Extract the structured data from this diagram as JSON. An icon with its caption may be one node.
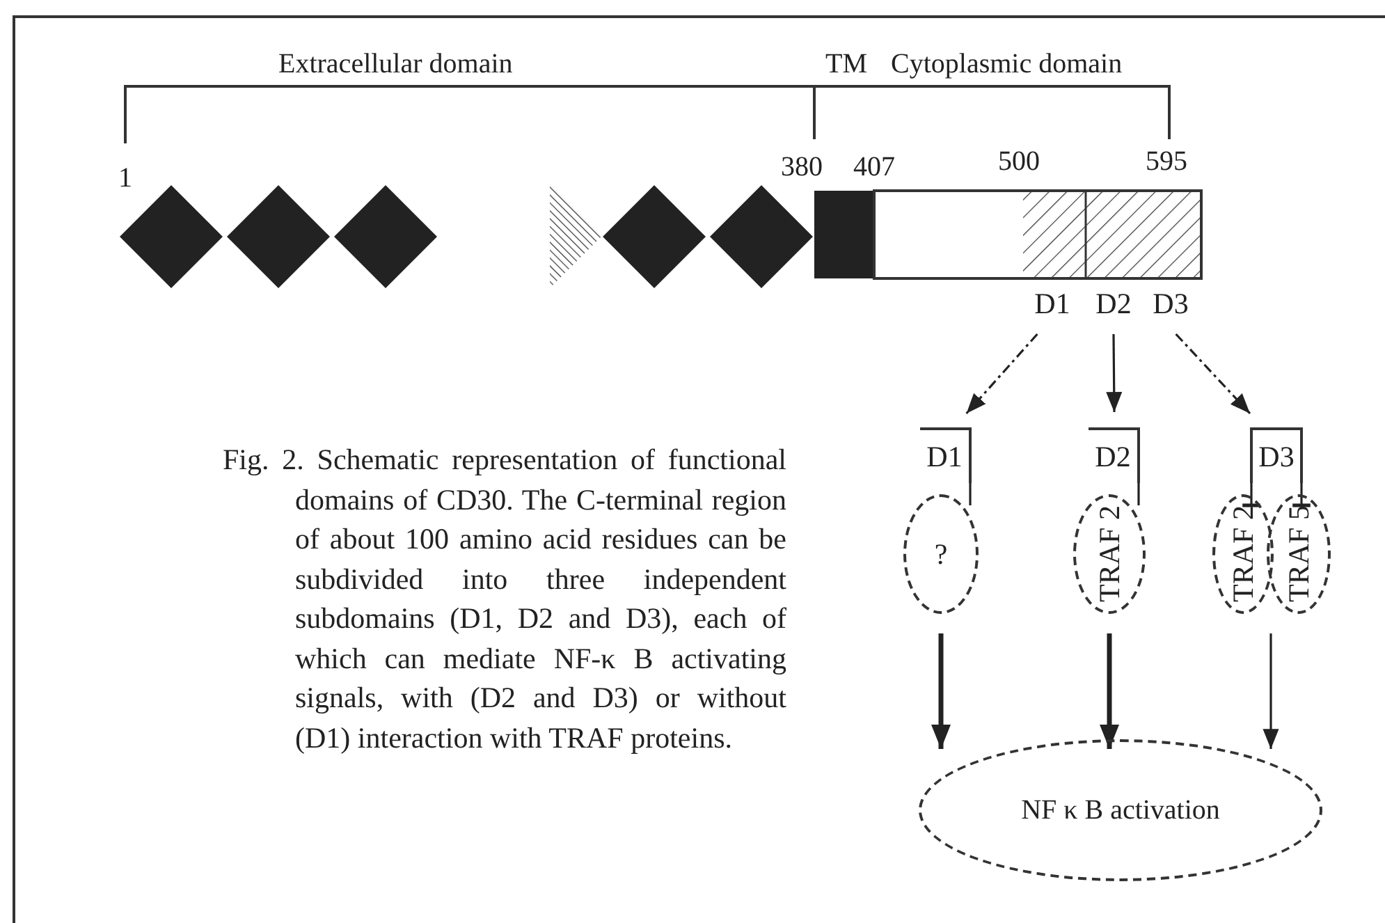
{
  "diagram": {
    "caption": "Fig. 2. Schematic representation of functional domains of CD30. The C-terminal region of about 100 amino acid residues can be subdivided into three independent subdomains (D1, D2 and D3), each of which can mediate NF-κ B activating signals, with (D2 and D3) or without (D1) interaction with TRAF proteins.",
    "nodes": [
      {
        "text": [
          "D1"
        ]
      },
      {
        "text": [
          "D2"
        ]
      },
      {
        "text": [
          "D3"
        ]
      },
      {
        "text": [
          "D1"
        ]
      },
      {
        "text": [
          "D2"
        ]
      },
      {
        "text": [
          "D3"
        ]
      },
      {
        "text": [
          "?"
        ]
      },
      {
        "text": [
          "TRAF 2"
        ]
      },
      {
        "text": [
          "TRAF 2"
        ]
      },
      {
        "text": [
          "TRAF 5"
        ]
      },
      {
        "text": [
          "NF κ B activation"
        ]
      }
    ],
    "edges": [
      {
        "from": 0,
        "to": 3,
        "arrow": "to",
        "style": "dashed"
      },
      {
        "from": 1,
        "to": 4,
        "arrow": "to"
      },
      {
        "from": 2,
        "to": 5,
        "arrow": "to",
        "style": "dashed"
      },
      {
        "from": 3,
        "to": 6,
        "arrow": "none"
      },
      {
        "from": 4,
        "to": 7,
        "arrow": "none"
      },
      {
        "from": 5,
        "to": 8,
        "arrow": "other"
      },
      {
        "from": 5,
        "to": 9,
        "arrow": "other"
      },
      {
        "from": 6,
        "to": 10,
        "arrow": "to",
        "style": "thick"
      },
      {
        "from": 7,
        "to": 10,
        "arrow": "to",
        "style": "thick"
      },
      {
        "from": 8,
        "to": 10,
        "arrow": "to"
      },
      {
        "from": 9,
        "to": 10,
        "arrow": "to"
      }
    ],
    "labels": [
      "Extracellular domain",
      "TM",
      "Cytoplasmic domain",
      "1",
      "380",
      "407",
      "500",
      "595"
    ]
  }
}
